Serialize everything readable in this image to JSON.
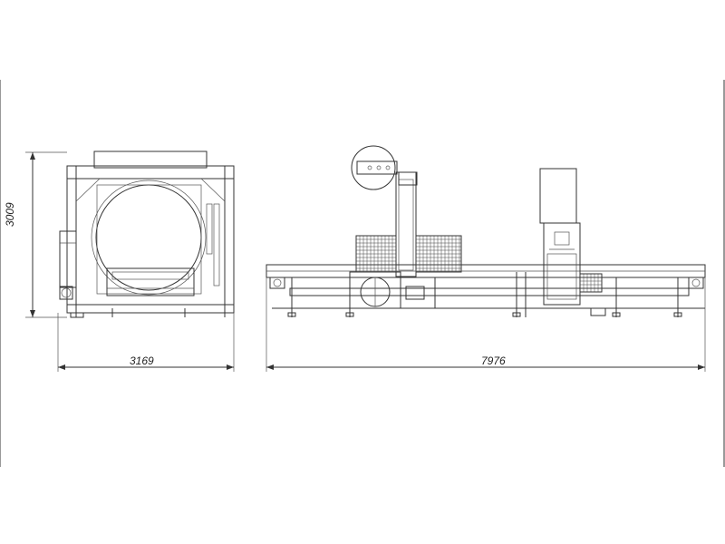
{
  "drawing": {
    "dimensions": {
      "height_side": "3009",
      "width_side": "3169",
      "length_front": "7976"
    }
  }
}
